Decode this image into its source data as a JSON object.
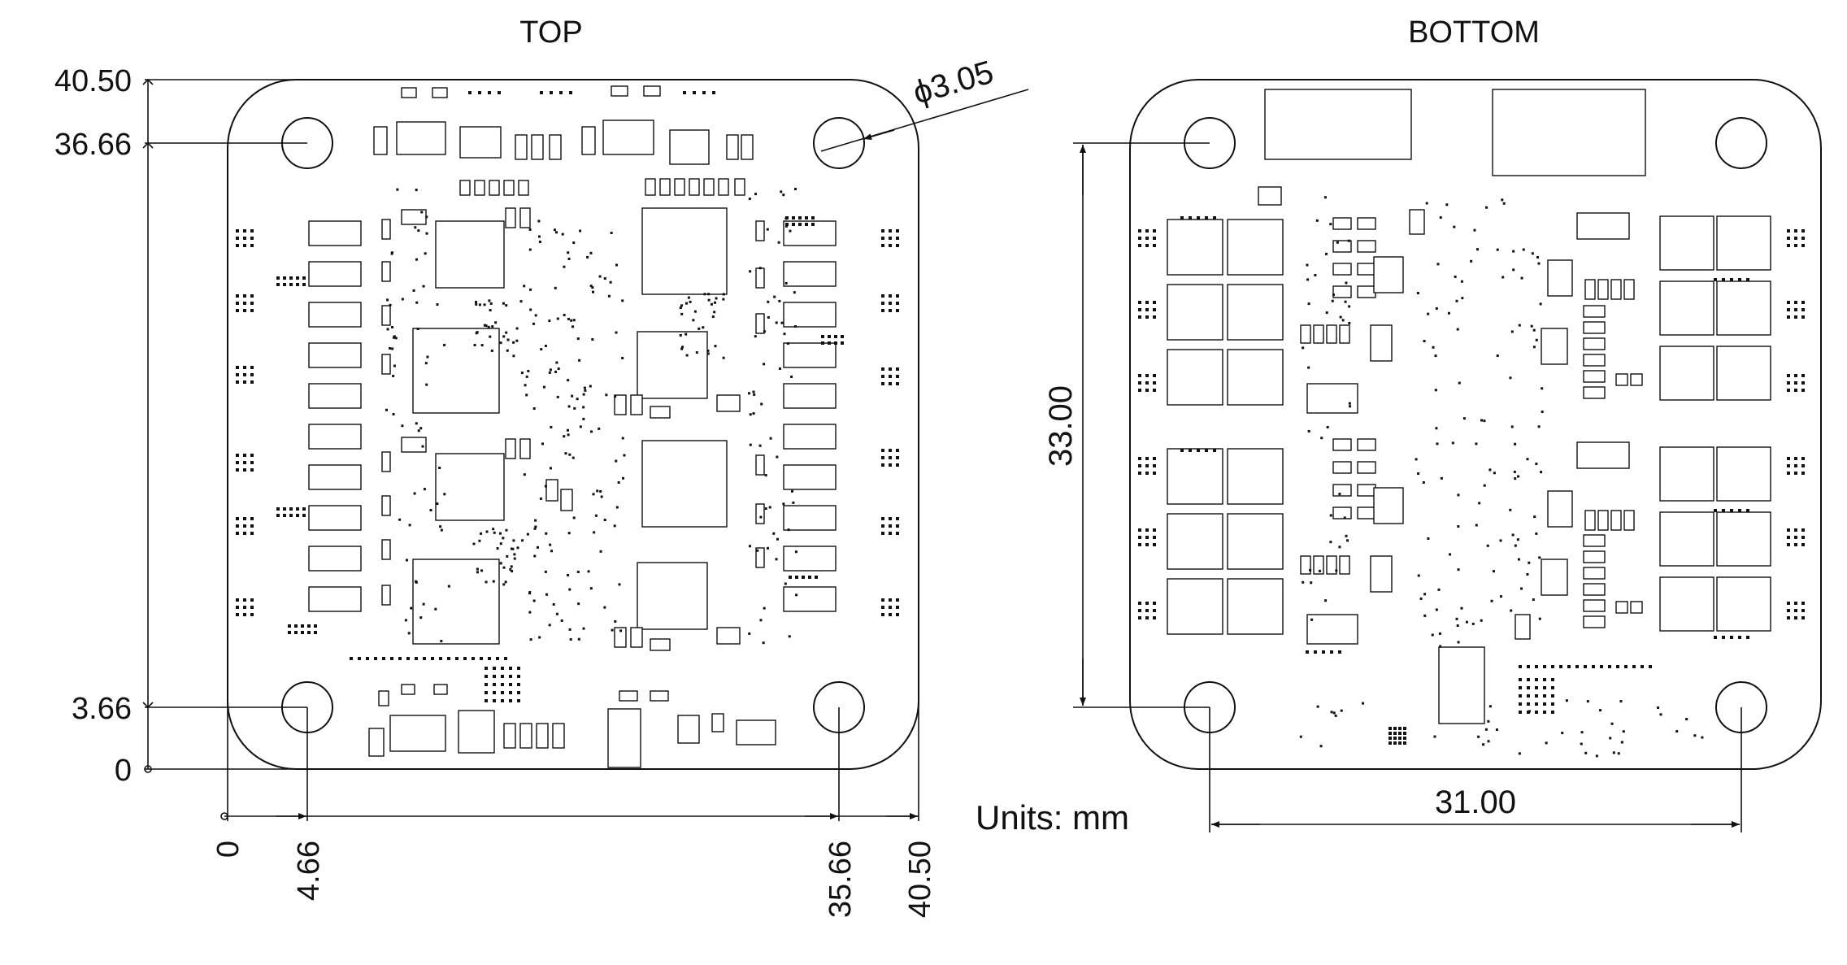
{
  "views": {
    "top_title": "TOP",
    "bottom_title": "BOTTOM"
  },
  "dimensions": {
    "y_top_edge": "40.50",
    "y_upper_hole": "36.66",
    "y_lower_hole": "3.66",
    "y_origin": "0",
    "x_origin": "0",
    "x_left_hole": "4.66",
    "x_right_hole": "35.66",
    "x_right_edge": "40.50",
    "hole_diameter": "ϕ3.05",
    "bottom_vertical_span": "33.00",
    "bottom_horizontal_span": "31.00",
    "units_note": "Units: mm"
  }
}
